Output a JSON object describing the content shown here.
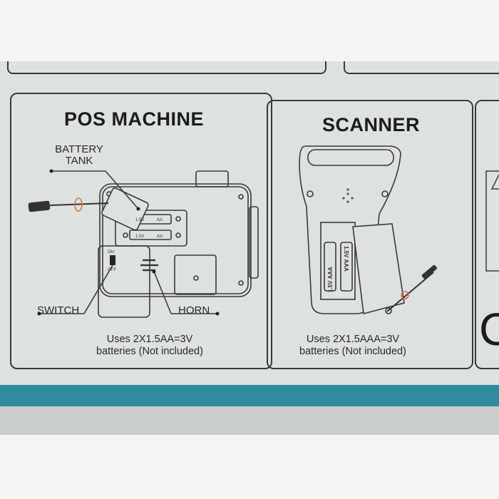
{
  "pos_panel": {
    "title": "POS MACHINE",
    "labels": {
      "battery_tank": "BATTERY\nTANK",
      "switch": "SWITCH",
      "horn": "HORN"
    },
    "battery_marks": [
      "1.5V",
      "AA",
      "1.5V",
      "AA"
    ],
    "switch_marks": [
      "ON",
      "OFF"
    ],
    "note_line1": "Uses 2X1.5AA=3V",
    "note_line2": "batteries (Not included)"
  },
  "scanner_panel": {
    "title": "SCANNER",
    "battery_marks": [
      "1.5V AAA",
      "1.5V AAA"
    ],
    "note_line1": "Uses 2X1.5AAA=3V",
    "note_line2": "batteries (Not included)"
  },
  "right_panel": {
    "mark": "C"
  },
  "colors": {
    "box": "#dde1e1",
    "stripe": "#2f8c9a",
    "ink": "#3a3a3a",
    "screw_highlight": "#e0703a"
  }
}
